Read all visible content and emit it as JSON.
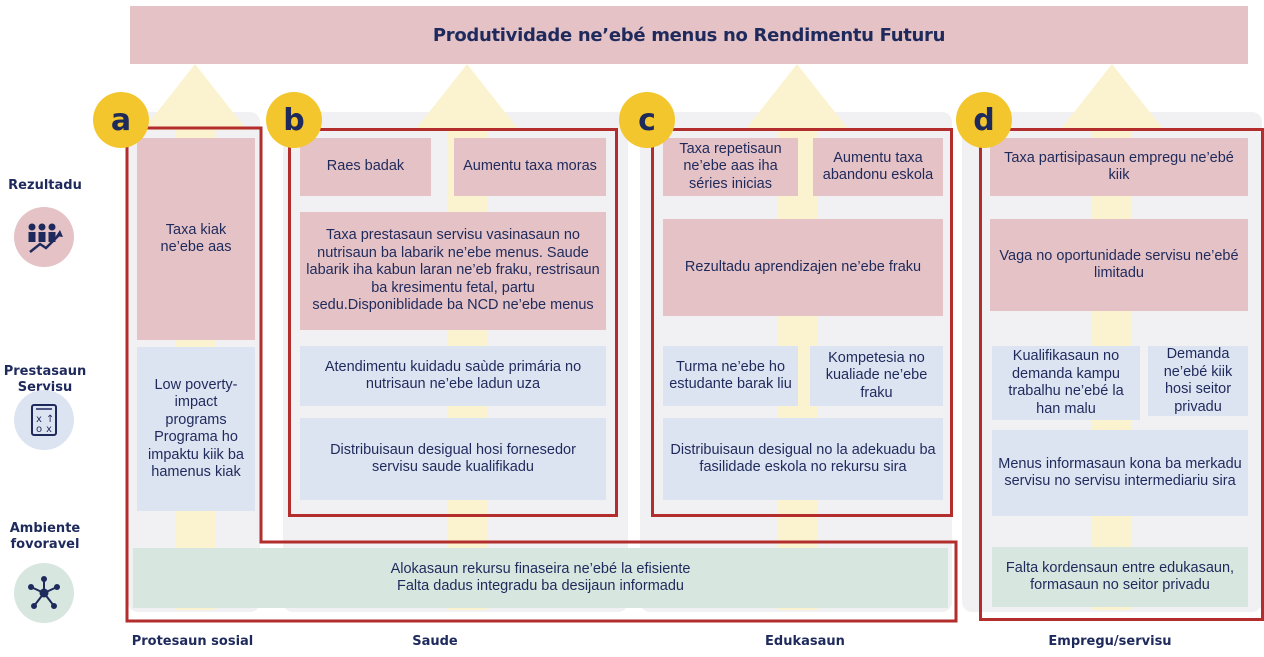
{
  "title": "Produtividade ne’ebé menus no Rendimentu Futuru",
  "side": {
    "results": "Rezultadu",
    "service": "Prestasaun Servisu",
    "environment": "Ambiente fovoravel"
  },
  "badges": {
    "a": "a",
    "b": "b",
    "c": "c",
    "d": "d"
  },
  "col_a": {
    "result": "Taxa kiak ne’ebe aas",
    "service": "Low poverty-impact programs Programa ho impaktu kiik ba hamenus kiak"
  },
  "col_b": {
    "result1": "Raes badak",
    "result2": "Aumentu taxa moras",
    "result3": "Taxa prestasaun servisu vasinasaun  no nutrisaun ba labarik ne’ebe menus. Saude labarik iha kabun laran ne’eb fraku, restrisaun ba kresimentu fetal, partu sedu.Disponiblidade ba NCD ne’ebe menus",
    "service1": "Atendimentu kuidadu saùde primária no nutrisaun ne’ebe ladun uza",
    "service2": "Distribuisaun desigual hosi fornesedor servisu saude kualifikadu"
  },
  "col_c": {
    "result1": "Taxa repetisaun ne’ebe aas iha séries inicias",
    "result2": "Aumentu taxa abandonu eskola",
    "result3": "Rezultadu aprendizajen ne’ebe fraku",
    "service1": "Turma ne’ebe ho estudante barak liu",
    "service2": "Kompetesia  no kualiade ne’ebe fraku",
    "service3": "Distribuisaun desigual no la adekuadu ba fasilidade eskola no rekursu sira"
  },
  "col_d": {
    "result1": "Taxa partisipasaun empregu ne’ebé kiik",
    "result2": "Vaga no oportunidade servisu ne’ebé limitadu",
    "service1": "Kualifikasaun no demanda kampu trabalhu ne’ebé la han malu",
    "service2": "Demanda ne’ebé kiik hosi seitor privadu",
    "service3": "Menus informasaun kona ba merkadu servisu no servisu intermediariu sira",
    "env": "Falta kordensaun entre edukasaun, formasaun no seitor privadu"
  },
  "env_shared": {
    "line1": "Alokasaun rekursu finaseira ne’ebé la efisiente",
    "line2": "Falta dadus integradu ba desijaun informadu"
  },
  "footer": [
    "Protesaun sosial",
    "Saude",
    "Edukasaun",
    "Empregu/servisu"
  ],
  "colors": {
    "title_bg": "#e4c2c6",
    "result_bg": "#e4c2c6",
    "service_bg": "#dde4f1",
    "env_bg": "#d7e7e0",
    "frame": "#b32d2d",
    "badge": "#f2c62c",
    "text": "#1f2a5c"
  }
}
